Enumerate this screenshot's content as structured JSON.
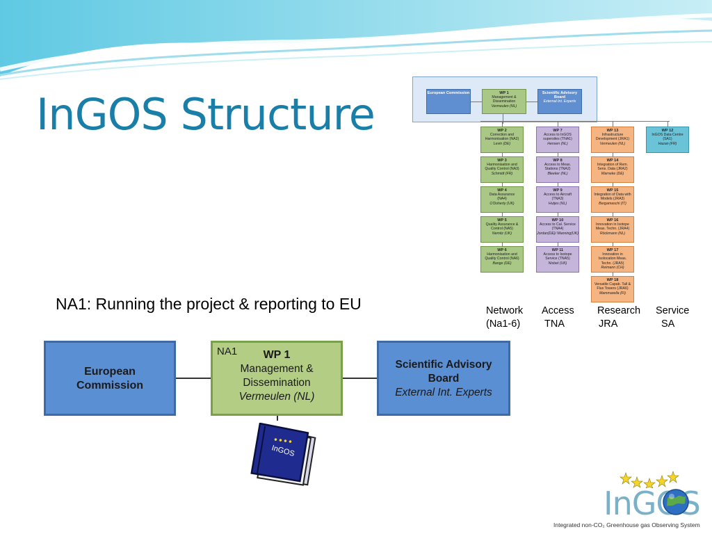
{
  "slide": {
    "title": "InGOS Structure",
    "subtitle": "NA1: Running the project & reporting to EU"
  },
  "thumbnail": {
    "top": [
      {
        "title": "European Commission",
        "lines": [],
        "lead": ""
      },
      {
        "title": "WP 1",
        "lines": [
          "Management &",
          "Dissemination"
        ],
        "lead": "Vermeulen (NL)"
      },
      {
        "title": "Scientific Advisory Board",
        "lines": [],
        "lead": "External Int. Experts"
      }
    ],
    "columns": [
      {
        "color": "green",
        "items": [
          {
            "title": "WP 2",
            "lines": [
              "Correction and",
              "Harmonisation (NA2)"
            ],
            "lead": "Levin (DE)"
          },
          {
            "title": "WP 3",
            "lines": [
              "Harmonisation and",
              "Quality Control (NA3)"
            ],
            "lead": "Schmidt (FR)"
          },
          {
            "title": "WP 4",
            "lines": [
              "Data Assurance",
              "(NA4)"
            ],
            "lead": "O'Doherty (UK)"
          },
          {
            "title": "WP 5",
            "lines": [
              "Quality Assurance &",
              "Control (NA5)"
            ],
            "lead": "Nemitz (UK)"
          },
          {
            "title": "WP 6",
            "lines": [
              "Harmonisation and",
              "Quality Control (NA6)"
            ],
            "lead": "Bange (DE)"
          }
        ]
      },
      {
        "color": "purple",
        "items": [
          {
            "title": "WP 7",
            "lines": [
              "Access to InGOS",
              "supersites (TNA1)"
            ],
            "lead": "Hensen (NL)"
          },
          {
            "title": "WP 8",
            "lines": [
              "Access to Meas.",
              "Stations (TNA2)"
            ],
            "lead": "Bleeker (NL)"
          },
          {
            "title": "WP 9",
            "lines": [
              "Access to Aircraft",
              "(TNA3)"
            ],
            "lead": "Hutjes (NL)"
          },
          {
            "title": "WP 10",
            "lines": [
              "Access to Cal. Service",
              "(TNA4)"
            ],
            "lead": "Jordan(DE)/ Manning(UK)"
          },
          {
            "title": "WP 11",
            "lines": [
              "Access to Isotope",
              "Service (TNA5)"
            ],
            "lead": "Nisbet (UK)"
          }
        ]
      },
      {
        "color": "orange",
        "items": [
          {
            "title": "WP 13",
            "lines": [
              "Infrastructure",
              "Development (JRA1)"
            ],
            "lead": "Vermeulen (NL)"
          },
          {
            "title": "WP 14",
            "lines": [
              "Integration of Rem.",
              "Sens. Data (JRA2)"
            ],
            "lead": "Warneke (DE)"
          },
          {
            "title": "WP 15",
            "lines": [
              "Integration of Data with",
              "Models (JRA3)"
            ],
            "lead": "Bergamaschi (IT)"
          },
          {
            "title": "WP 16",
            "lines": [
              "Innovation in Isotope",
              "Meas. Techn. (JRA4)"
            ],
            "lead": "Röckmann (NL)"
          },
          {
            "title": "WP 17",
            "lines": [
              "Innovation in",
              "Isolocation Meas.",
              "Techn. (JRA5)"
            ],
            "lead": "Reimann (CH)"
          },
          {
            "title": "WP 18",
            "lines": [
              "Versatile Capab. Tall &",
              "Flux Towers (JRA6)"
            ],
            "lead": "Mammarella (FI)"
          }
        ]
      },
      {
        "color": "cyan",
        "items": [
          {
            "title": "WP 12",
            "lines": [
              "InGOS Data Centre",
              "(SA1)"
            ],
            "lead": "Hazan (FR)"
          }
        ]
      }
    ]
  },
  "column_labels": [
    {
      "line1": "Network",
      "line2": "(Na1-6)"
    },
    {
      "line1": "Access",
      "line2": "TNA"
    },
    {
      "line1": "Research",
      "line2": "JRA"
    },
    {
      "line1": "Service",
      "line2": "SA"
    }
  ],
  "main_chart": {
    "left": {
      "line1": "European",
      "line2": "Commission"
    },
    "center": {
      "tag": "NA1",
      "title": "WP 1",
      "line1": "Management &",
      "line2": "Dissemination",
      "lead": "Vermeulen (NL)"
    },
    "right": {
      "line1": "Scientific Advisory",
      "line2": "Board",
      "lead": "External Int. Experts"
    }
  },
  "book": {
    "label": "InGOS"
  },
  "logo": {
    "text": "InGOS",
    "tagline": "Integrated non-CO₂ Greenhouse gas Observing System"
  },
  "colors": {
    "title": "#1a7fa8",
    "wave": "#7fd3e8",
    "blue_box": "#5b8fd4",
    "green_box": "#b3cd84"
  }
}
